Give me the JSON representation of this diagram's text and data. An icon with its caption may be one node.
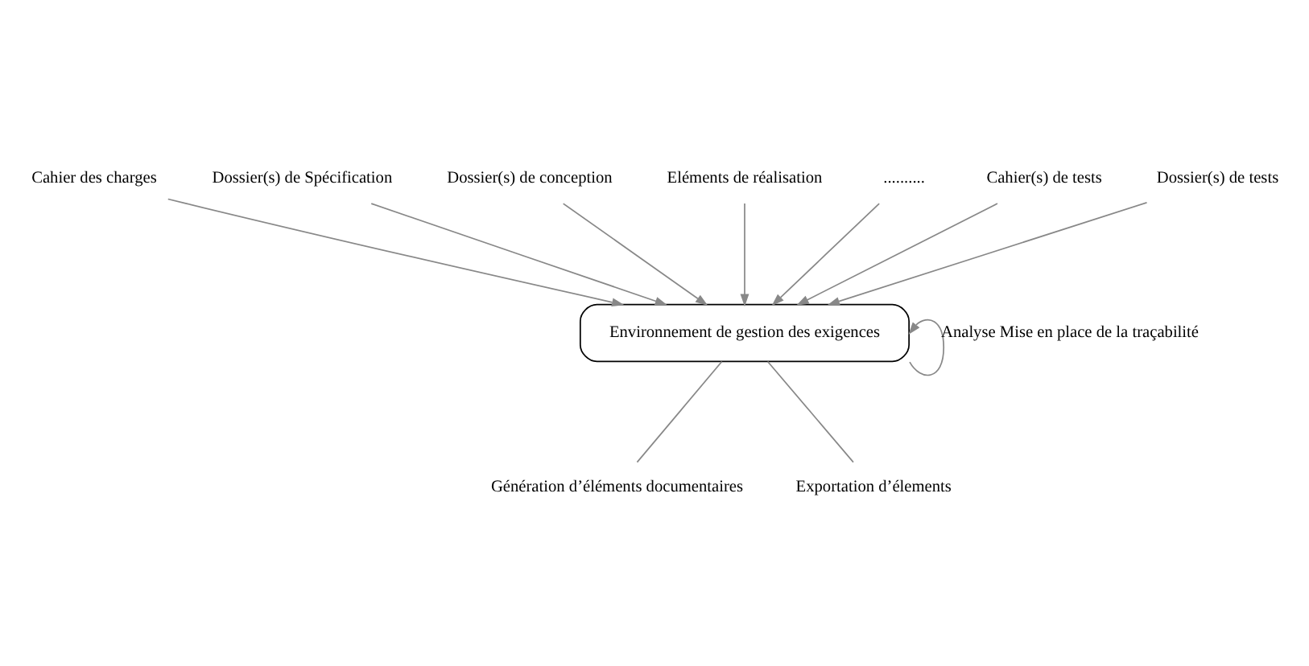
{
  "diagram": {
    "nodes": [
      {
        "text": [
          "Cahier des charges"
        ]
      },
      {
        "text": [
          "Dossier(s) de Spécification"
        ]
      },
      {
        "text": [
          "Dossier(s) de conception"
        ]
      },
      {
        "text": [
          "Eléments de réalisation"
        ]
      },
      {
        "text": [
          ".........."
        ]
      },
      {
        "text": [
          "Cahier(s) de tests"
        ]
      },
      {
        "text": [
          "Dossier(s) de tests"
        ]
      },
      {
        "text": [
          "Environnement de gestion des exigences"
        ]
      },
      {
        "text": [
          "Génération d’éléments documentaires"
        ]
      },
      {
        "text": [
          "Exportation d’élements"
        ]
      }
    ],
    "edges": [
      {
        "from": 0,
        "to": 7,
        "arrow": "to"
      },
      {
        "from": 1,
        "to": 7,
        "arrow": "to"
      },
      {
        "from": 2,
        "to": 7,
        "arrow": "to"
      },
      {
        "from": 3,
        "to": 7,
        "arrow": "to"
      },
      {
        "from": 4,
        "to": 7,
        "arrow": "to"
      },
      {
        "from": 5,
        "to": 7,
        "arrow": "to"
      },
      {
        "from": 6,
        "to": 7,
        "arrow": "to"
      },
      {
        "from": 7,
        "to": 7,
        "arrow": "to",
        "label": "Analyse Mise en place de la traçabilité"
      },
      {
        "from": 7,
        "to": 8,
        "arrow": "none"
      },
      {
        "from": 7,
        "to": 9,
        "arrow": "none"
      }
    ]
  }
}
